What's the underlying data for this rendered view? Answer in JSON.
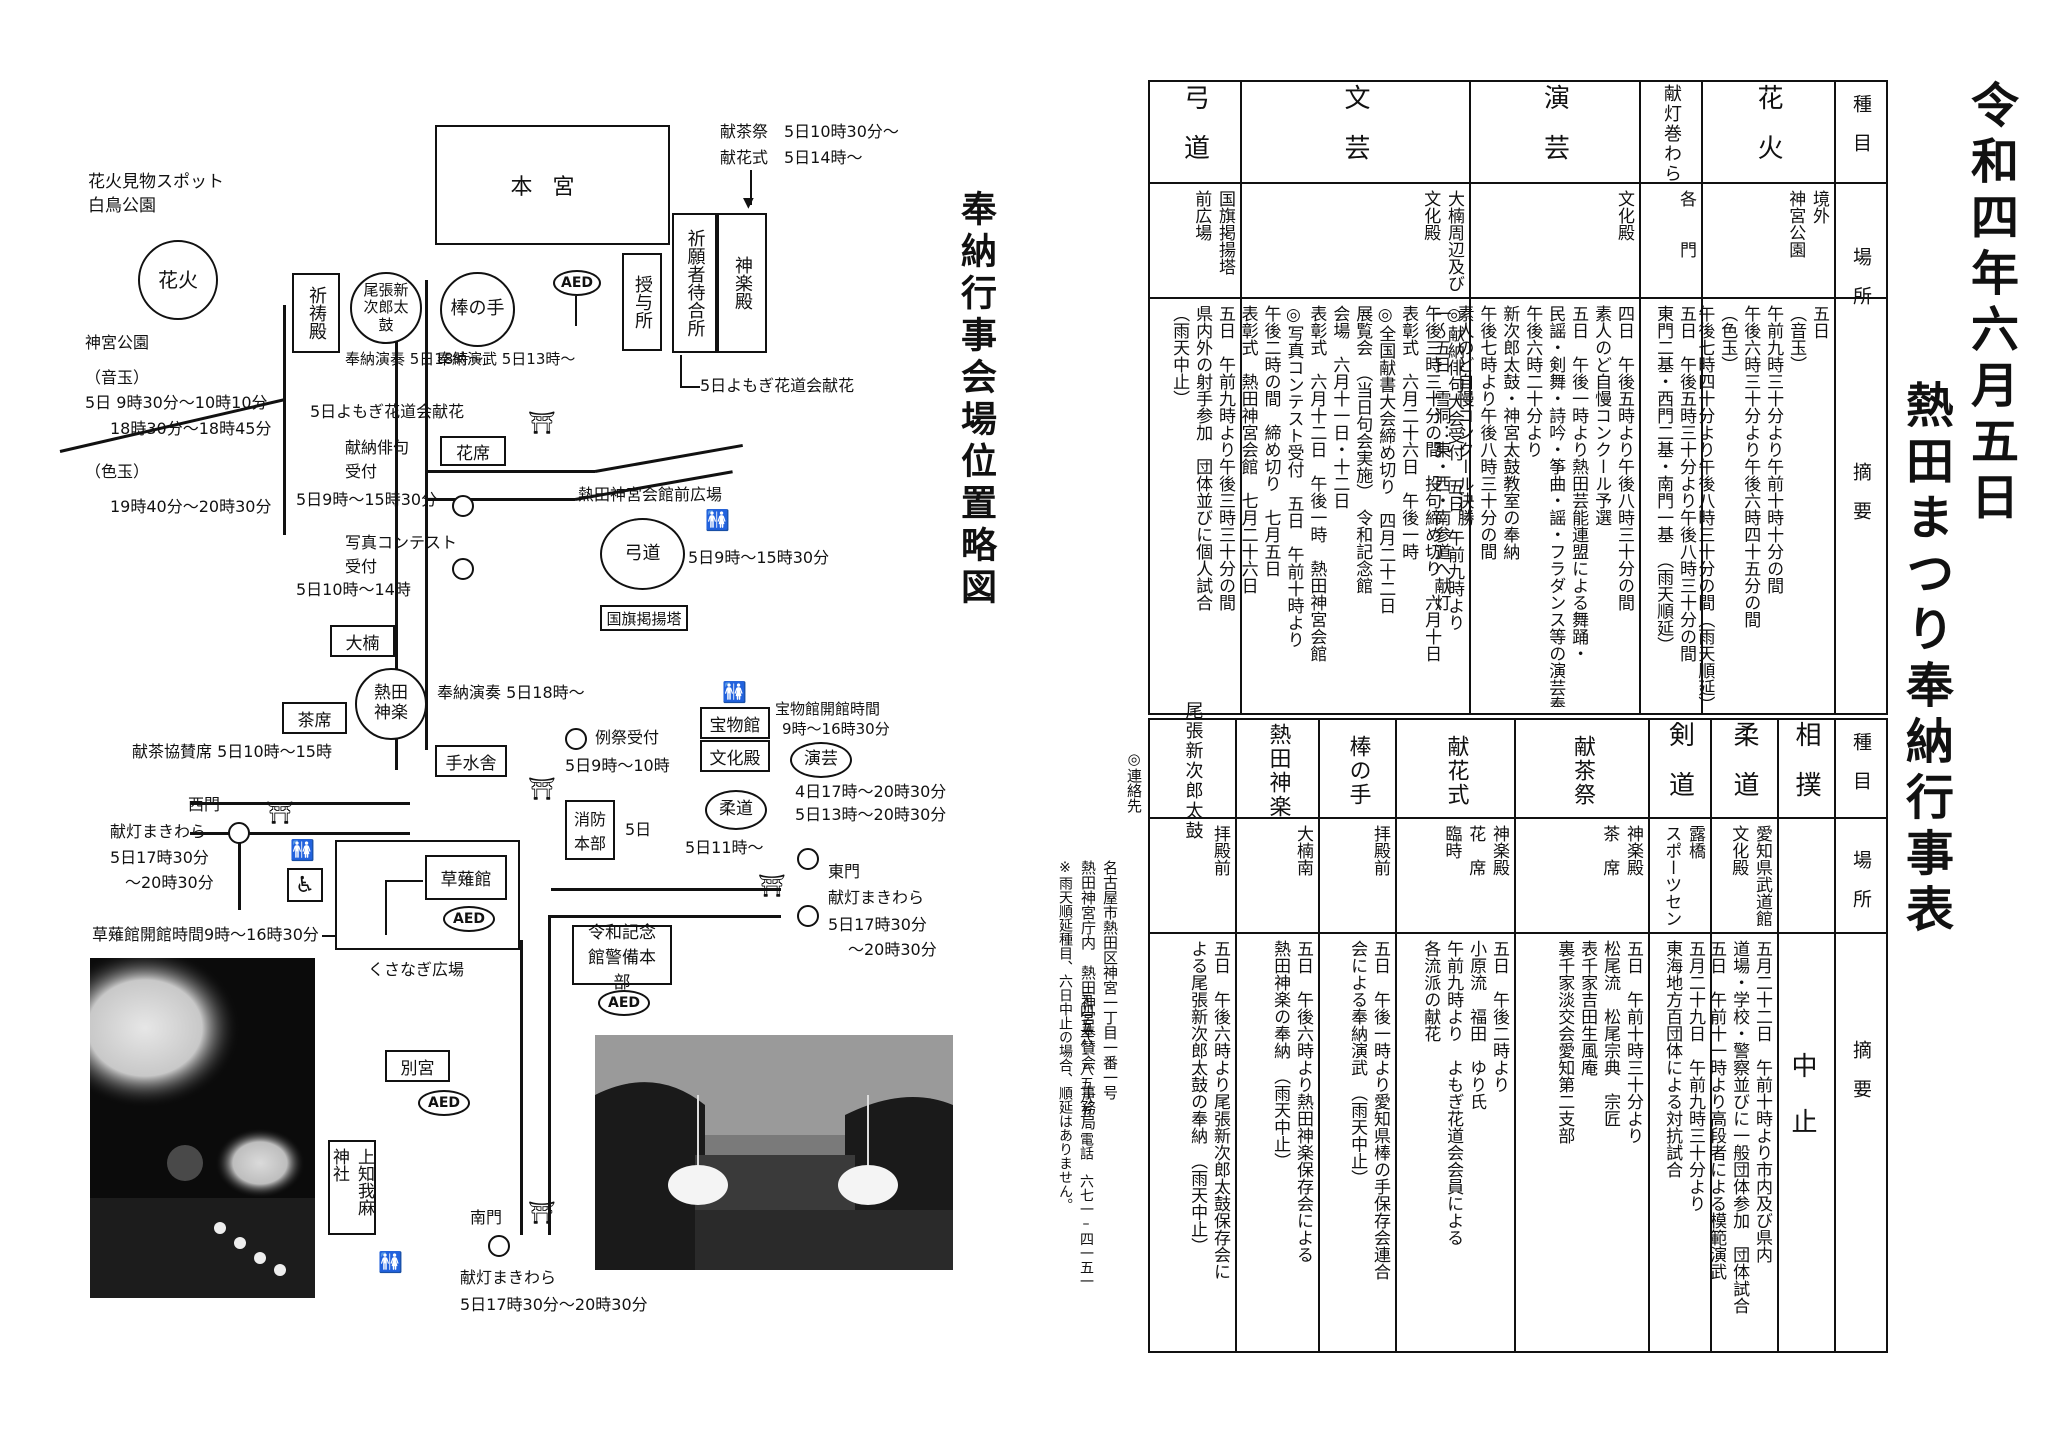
{
  "map": {
    "title": "奉納行事会場位置略図",
    "fireworks_spot": {
      "line1": "花火見物スポット",
      "line2": "白鳥公園"
    },
    "hanabi_circle": "花火",
    "jingu_park": {
      "title": "神宮公園",
      "otodama": "（音玉）",
      "otodama_t1": "5日 9時30分～10時10分",
      "otodama_t2": "18時30分～18時45分",
      "irodama": "（色玉）",
      "irodama_t": "19時40分～20時30分"
    },
    "honmiya": "本宮",
    "kenchasai": "献茶祭　5日10時30分～",
    "kenkashiki": "献花式　5日14時～",
    "kigansha": "祈願者待合所",
    "kaguraden": "神楽殿",
    "juyosho": "授与所",
    "yomogi_kagura": "5日よもぎ花道会献花",
    "kitoden": "祈祷殿",
    "owari_taiko": "尾張新次郎太鼓",
    "owari_taiko_time": "奉納演奏 5日18時～",
    "bonote": "棒の手",
    "bonote_time": "奉納演武 5日13時～",
    "yomogi_kaseki_label": "5日よもぎ花道会献花",
    "kaseki": "花席",
    "haiku": {
      "l1": "献納俳句",
      "l2": "受付",
      "time": "5日9時～15時30分"
    },
    "photo": {
      "l1": "写真コンテスト",
      "l2": "受付",
      "time": "5日10時～14時"
    },
    "kaikan_plaza": "熱田神宮会館前広場",
    "kyudo": "弓道",
    "kyudo_time": "5日9時～15時30分",
    "kokki": "国旗掲揚塔",
    "okusu": "大楠",
    "atsuta_kagura": "熱田神楽",
    "atsuta_kagura_time": "奉納演奏 5日18時～",
    "chaseki": "茶席",
    "kencha_kyosan": "献茶協賛席 5日10時～15時",
    "temizuya": "手水舎",
    "reisai": "例祭受付",
    "reisai_time": "5日9時～10時",
    "homotsukan": "宝物館",
    "homotsukan_hours": {
      "l1": "宝物館開館時間",
      "l2": "9時～16時30分"
    },
    "bunkaden": "文化殿",
    "engei": "演芸",
    "engei_t1": "4日17時～20時30分",
    "engei_t2": "5日13時～20時30分",
    "judo": "柔道",
    "judo_time": "5日11時～",
    "shobo": "消防本部",
    "shobo_day": "5日",
    "west_gate": {
      "name": "西門",
      "event": "献灯まきわら",
      "t1": "5日17時30分",
      "t2": "～20時30分"
    },
    "east_gate": {
      "name": "東門",
      "event": "献灯まきわら",
      "t1": "5日17時30分",
      "t2": "～20時30分"
    },
    "south_gate": {
      "name": "南門",
      "event": "献灯まきわら",
      "time": "5日17時30分～20時30分"
    },
    "kusanagi_kan": "草薙館",
    "kusanagi_hours": "草薙館開館時間9時～16時30分",
    "kusanagi_plaza": "くさなぎ広場",
    "reiwa_kinenkan": "令和記念館警備本部",
    "betsugu": "別宮",
    "kamichikama": "上知我麻神社",
    "aed": "AED"
  },
  "schedule": {
    "title": "令和四年六月五日",
    "subtitle": "熱田まつり奉納行事表",
    "header": {
      "category": "種目",
      "place": "場所",
      "summary": "摘要"
    },
    "upper": [
      {
        "cat": "花火",
        "place": "境外\n神宮公園",
        "summary": "五日\n（音玉）\n午前九時三十分より午前十時十分の間\n午後六時三十分より午後六時四十五分の間\n（色玉）\n午後七時四十分より午後八時三十分の間（雨天順延）"
      },
      {
        "cat": "献灯巻わら",
        "place": "各　　門",
        "summary": "五日　午後五時三十分より午後八時三十分の間\n東門二基・西門二基・南門一基　（雨天順延）"
      },
      {
        "cat": "演芸",
        "place": "文化殿",
        "summary": "四日　午後五時より午後八時三十分の間\n素人のど自慢コンクール予選\n五日　午後一時より熱田芸能連盟による舞踊・\n民謡・剣舞・詩吟・筝曲・謡・フラダンス等の演芸奉納\n午後六時二十分より\n新次郎太鼓・神宮太鼓教室の奉納\n午後七時より午後八時三十分の間\n素人のど自慢コンクール決勝\n一〜五日　雪洞：東・西・南参道へ献灯"
      },
      {
        "cat": "文芸",
        "place": "大楠周辺及び\n文化殿",
        "summary": "◎献納俳句大会受付　五日　午前九時より\n午後三時三十分の間　投句締め切り　六月十日\n表彰式　六月二十六日　午後一時\n◎全国献書大会締め切り　四月二十二日\n展覧会　（当日句会実施）　令和記念館\n会場　六月十一日・十二日\n表彰式　六月十二日　午後一時　熱田神宮会館\n◎写真コンテスト受付　五日　午前十時より\n午後二時の間　締め切り　七月五日\n表彰式　熱田神宮会館　七月二十六日"
      },
      {
        "cat": "弓道",
        "place": "国旗掲揚塔\n前広場",
        "summary": "五日　午前九時より午後三時三十分の間\n県内外の射手参加　団体並びに個人試合\n（雨天中止）"
      }
    ],
    "lower": [
      {
        "cat": "相撲",
        "place": "",
        "summary": "中止"
      },
      {
        "cat": "柔道",
        "place": "愛知県武道館\n文化殿",
        "summary": "五月二十二日　午前十時より市内及び県内\n道場・学校・警察並びに一般団体参加　団体試合\n五日　午前十一時より高段者による模範演武"
      },
      {
        "cat": "剣道",
        "place": "露橋\nスポーツセンター",
        "summary": "五月二十九日　午前九時三十分より\n東海地方百団体による対抗試合"
      },
      {
        "cat": "献茶祭",
        "place": "神楽殿\n茶　席",
        "summary": "五日　午前十時三十分より\n松尾流　松尾宗典　宗匠\n表千家吉田生風庵\n裏千家淡交会愛知第二支部"
      },
      {
        "cat": "献花式",
        "place": "神楽殿\n花　席\n臨時",
        "summary": "五日　午後二時より\n小原流　福田　ゆり氏\n午前九時より　よもぎ花道会会員による\n各流派の献花"
      },
      {
        "cat": "棒の手",
        "place": "拝殿前",
        "summary": "五日　午後一時より愛知県棒の手保存会連合\n会による奉納演武　（雨天中止）"
      },
      {
        "cat": "熱田神楽",
        "place": "大楠南",
        "summary": "五日　午後六時より熱田神楽保存会による\n熱田神楽の奉納　（雨天中止）"
      },
      {
        "cat": "尾張新次郎太鼓",
        "place": "拝殿前",
        "summary": "五日　午後六時より尾張新次郎太鼓保存会に\nよる尾張新次郎太鼓の奉納　（雨天中止）"
      }
    ],
    "contact": {
      "label": "◎連絡先",
      "address": "名古屋市熱田区神宮一丁目一番一号",
      "office": "熱田神宮庁内　熱田神宮奉賛会　事務局",
      "phone": "〒四五六–八五八五　電話　六七一–四一五一",
      "note": "※雨天順延種目、六日中止の場合、順延はありません。"
    }
  }
}
